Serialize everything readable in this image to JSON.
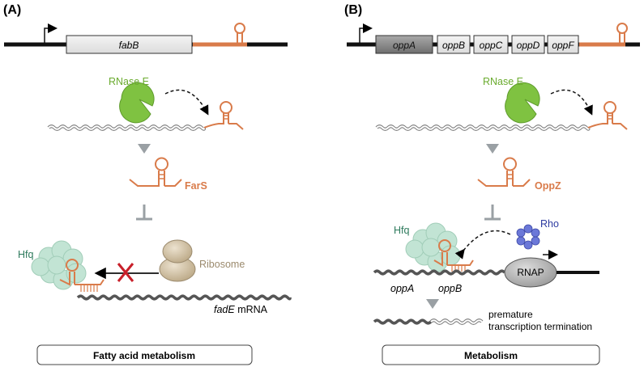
{
  "panel_a": {
    "letter": "(A)",
    "gene": "fabB",
    "rnase_label": "RNase E",
    "srna_name": "FarS",
    "hfq_label": "Hfq",
    "ribosome_label": "Ribosome",
    "target_gene": "fadE",
    "target_suffix": " mRNA",
    "footer": "Fatty acid metabolism"
  },
  "panel_b": {
    "letter": "(B)",
    "genes": [
      "oppA",
      "oppB",
      "oppC",
      "oppD",
      "oppF"
    ],
    "rnase_label": "RNase E",
    "srna_name": "OppZ",
    "hfq_label": "Hfq",
    "rho_label": "Rho",
    "rnap_label": "RNAP",
    "mrna_label_1": "oppA",
    "mrna_label_2": "oppB",
    "termination_line1": "premature",
    "termination_line2": "transcription termination",
    "footer": "Metabolism"
  },
  "colors": {
    "srna": "#d97b4a",
    "rnase": "#7fc241",
    "rnase_text": "#6aab2e",
    "hfq": "#bfe3d2",
    "hfq_text": "#2d7a5c",
    "ribosome": "#cdbb9c",
    "ribosome_text": "#9b8a6d",
    "rho": "#6b78d8",
    "rho_text": "#2c3aa0",
    "block_x": "#c8202a",
    "arrow_gray": "#9aa0a4"
  }
}
